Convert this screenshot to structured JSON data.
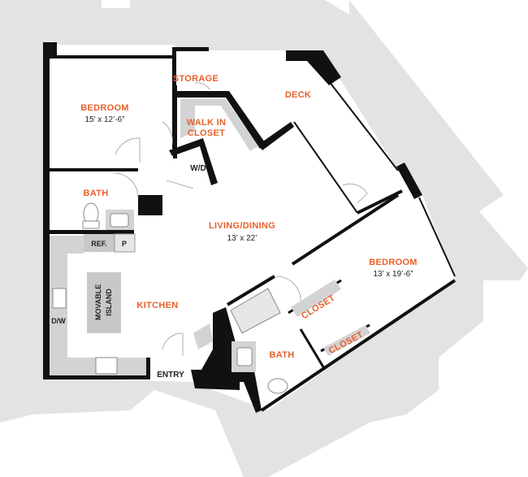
{
  "colors": {
    "accent": "#e8612c",
    "wall": "#111111",
    "exterior": "#e3e3e3",
    "counter": "#d3d3d3",
    "floor": "#ffffff"
  },
  "rooms": {
    "bedroom_1": {
      "name": "BEDROOM",
      "dims": "15’ x 12’-6”"
    },
    "storage": {
      "name": "STORAGE"
    },
    "deck": {
      "name": "DECK"
    },
    "walk_in_closet": {
      "name_line1": "WALK IN",
      "name_line2": "CLOSET"
    },
    "wd": {
      "name": "W/D"
    },
    "bath_1": {
      "name": "BATH"
    },
    "living_dining": {
      "name": "LIVING/DINING",
      "dims": "13’ x 22’"
    },
    "kitchen": {
      "name": "KITCHEN"
    },
    "bedroom_2": {
      "name": "BEDROOM",
      "dims": "13’ x 19’-6”"
    },
    "closet_1": {
      "name": "CLOSET"
    },
    "closet_2": {
      "name": "CLOSET"
    },
    "bath_2": {
      "name": "BATH"
    },
    "entry": {
      "name": "ENTRY"
    }
  },
  "fixtures": {
    "ref": "REF.",
    "pantry": "P",
    "dw": "D/W",
    "island_line1": "MOVABLE",
    "island_line2": "ISLAND"
  }
}
